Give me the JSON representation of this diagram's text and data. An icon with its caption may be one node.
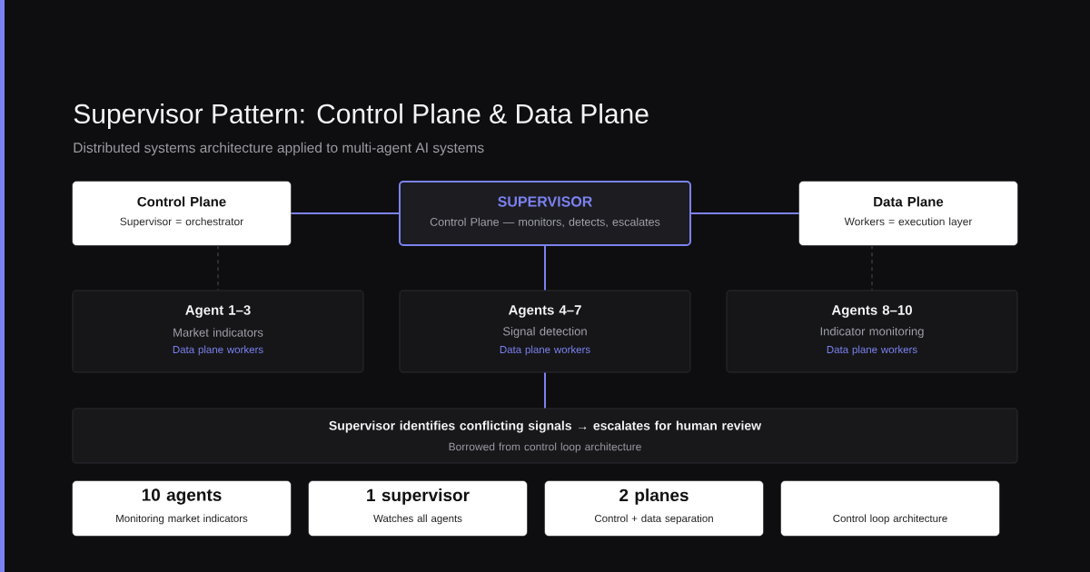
{
  "diagram": {
    "title": "Supervisor Pattern: Control Plane & Data Plane",
    "nodes": [
      {
        "text": [
          "Control Plane",
          "Supervisor = orchestrator"
        ]
      },
      {
        "text": [
          "SUPERVISOR",
          "Control Plane — monitors, detects, escalates"
        ]
      },
      {
        "text": [
          "Data Plane",
          "Workers = execution layer"
        ]
      },
      {
        "text": [
          "Agent 1–3",
          "Market indicators",
          "Data plane workers"
        ]
      },
      {
        "text": [
          "Agents 4–7",
          "Signal detection",
          "Data plane workers"
        ]
      },
      {
        "text": [
          "Agents 8–10",
          "Indicator monitoring",
          "Data plane workers"
        ]
      },
      {
        "text": [
          "Supervisor identifies conflicting signals → escalates for human review",
          "Borrowed from control loop architecture"
        ]
      },
      {
        "text": [
          "10 agents",
          "Monitoring market indicators"
        ]
      },
      {
        "text": [
          "1 supervisor",
          "Watches all agents"
        ]
      },
      {
        "text": [
          "2 planes",
          "Control + data separation"
        ]
      },
      {
        "text": [
          "Control loop architecture"
        ]
      }
    ],
    "edges": [
      {
        "from": 0,
        "to": 1,
        "arrow": "none"
      },
      {
        "from": 1,
        "to": 2,
        "arrow": "none"
      },
      {
        "from": 0,
        "to": 3,
        "arrow": "none",
        "style": "dashed",
        "color": "#3a3a40"
      },
      {
        "from": 1,
        "to": 4,
        "arrow": "none"
      },
      {
        "from": 2,
        "to": 5,
        "arrow": "none",
        "style": "dashed",
        "color": "#3a3a40"
      },
      {
        "from": 4,
        "to": 6,
        "arrow": "none"
      }
    ],
    "labels": [
      "Distributed systems architecture applied to multi-agent AI systems"
    ]
  }
}
